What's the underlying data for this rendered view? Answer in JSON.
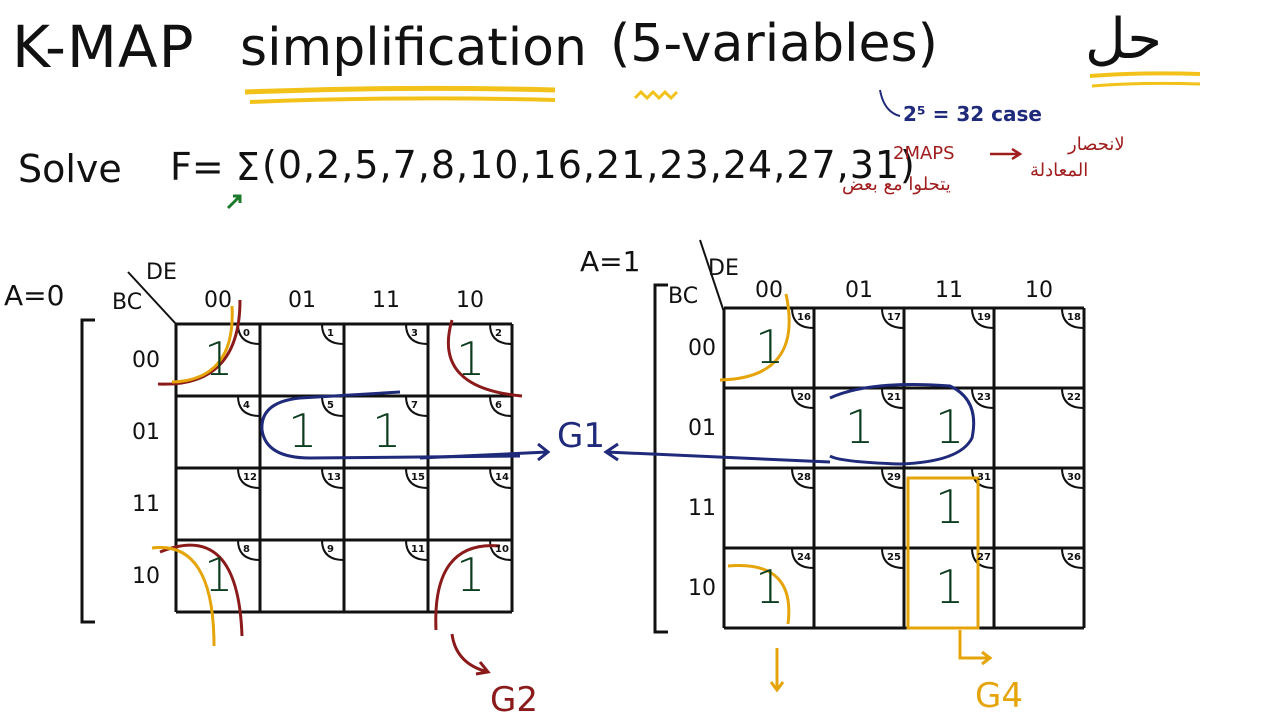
{
  "title": {
    "main": "K-MAP",
    "subject": "simplification",
    "variables": "(5-variables)",
    "arabic": "حل"
  },
  "problem": {
    "solve_label": "Solve",
    "function_label": "F=",
    "sigma": "Σ",
    "minterms": "(0,2,5,7,8,10,16,21,23,24,27,31)"
  },
  "notes": {
    "cases": "2⁵ = 32 case",
    "maps": "2MAPS",
    "arabic_line1": "لانحصار",
    "arabic_line2": "المعادلة",
    "arabic_line3": "يتحلوا مع بعض"
  },
  "map0": {
    "a_label": "A=0",
    "corner_de": "DE",
    "corner_bc": "BC",
    "col_headers": [
      "00",
      "01",
      "11",
      "10"
    ],
    "row_headers": [
      "00",
      "01",
      "11",
      "10"
    ],
    "cell_numbers": [
      [
        "0",
        "1",
        "3",
        "2"
      ],
      [
        "4",
        "5",
        "7",
        "6"
      ],
      [
        "12",
        "13",
        "15",
        "14"
      ],
      [
        "8",
        "9",
        "11",
        "10"
      ]
    ],
    "ones": [
      [
        0,
        0
      ],
      [
        0,
        3
      ],
      [
        1,
        1
      ],
      [
        1,
        2
      ],
      [
        3,
        0
      ],
      [
        3,
        3
      ]
    ]
  },
  "map1": {
    "a_label": "A=1",
    "corner_de": "DE",
    "corner_bc": "BC",
    "col_headers": [
      "00",
      "01",
      "11",
      "10"
    ],
    "row_headers": [
      "00",
      "01",
      "11",
      "10"
    ],
    "cell_numbers": [
      [
        "16",
        "17",
        "19",
        "18"
      ],
      [
        "20",
        "21",
        "23",
        "22"
      ],
      [
        "28",
        "29",
        "31",
        "30"
      ],
      [
        "24",
        "25",
        "27",
        "26"
      ]
    ],
    "ones": [
      [
        0,
        0
      ],
      [
        1,
        1
      ],
      [
        1,
        2
      ],
      [
        2,
        2
      ],
      [
        3,
        0
      ],
      [
        3,
        2
      ]
    ]
  },
  "one_value": "1",
  "groups": {
    "g1": "G1",
    "g2": "G2",
    "g4": "G4"
  },
  "colors": {
    "ink": "#111111",
    "blue_group": "#1f2a7a",
    "red_group": "#8b1a1a",
    "yellow_group": "#e5a50a",
    "green_ones": "#0d3d1f"
  }
}
